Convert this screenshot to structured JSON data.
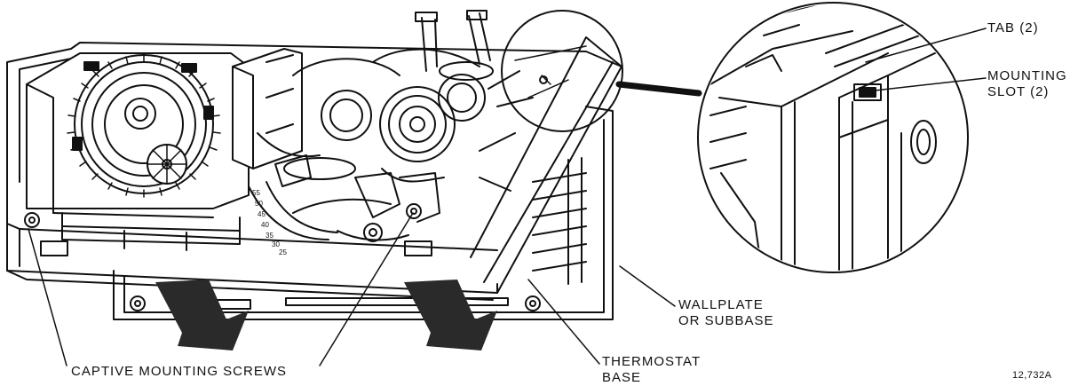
{
  "labels": {
    "tab": "TAB (2)",
    "mounting_slot_line1": "MOUNTING",
    "mounting_slot_line2": "SLOT (2)",
    "wallplate_line1": "WALLPLATE",
    "wallplate_line2": "OR SUBBASE",
    "thermostat_base_line1": "THERMOSTAT",
    "thermostat_base_line2": "BASE",
    "captive_screws": "CAPTIVE MOUNTING SCREWS",
    "figure_number": "12,732A"
  },
  "dial_scale": [
    "55",
    "50",
    "45",
    "40",
    "35",
    "30",
    "25"
  ],
  "colors": {
    "ink": "#111111",
    "paper": "#ffffff",
    "shade": "#2a2a2a"
  }
}
